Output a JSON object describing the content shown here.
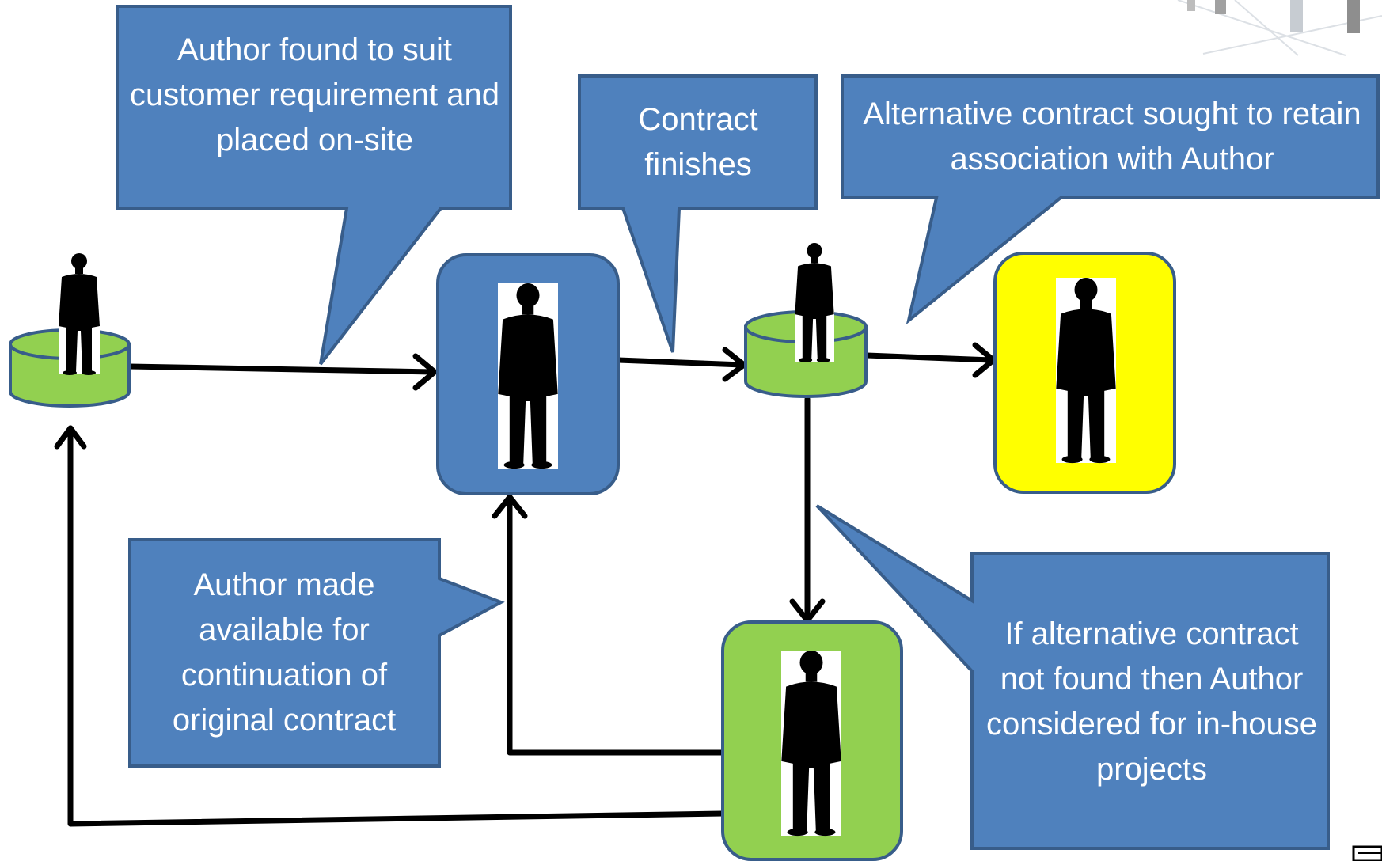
{
  "colors": {
    "callout_fill": "#4f81bd",
    "callout_stroke": "#385d8a",
    "pool_fill": "#92d050",
    "onsite_fill": "#4f81bd",
    "alternative_fill": "#ffff00",
    "inhouse_fill": "#92d050",
    "arrow": "#000000",
    "text": "#ffffff"
  },
  "callouts": {
    "placed_onsite": "Author found to suit customer requirement and placed on-site",
    "contract_finishes": "Contract finishes",
    "alternative_sought": "Alternative contract sought to retain association with Author",
    "continuation": "Author made available for continuation of original contract",
    "inhouse": "If alternative contract not found then Author considered for in-house projects"
  },
  "icons": {
    "person": "person-silhouette-icon",
    "pool": "cylinder-pool-icon",
    "logo": "people-network-logo"
  }
}
